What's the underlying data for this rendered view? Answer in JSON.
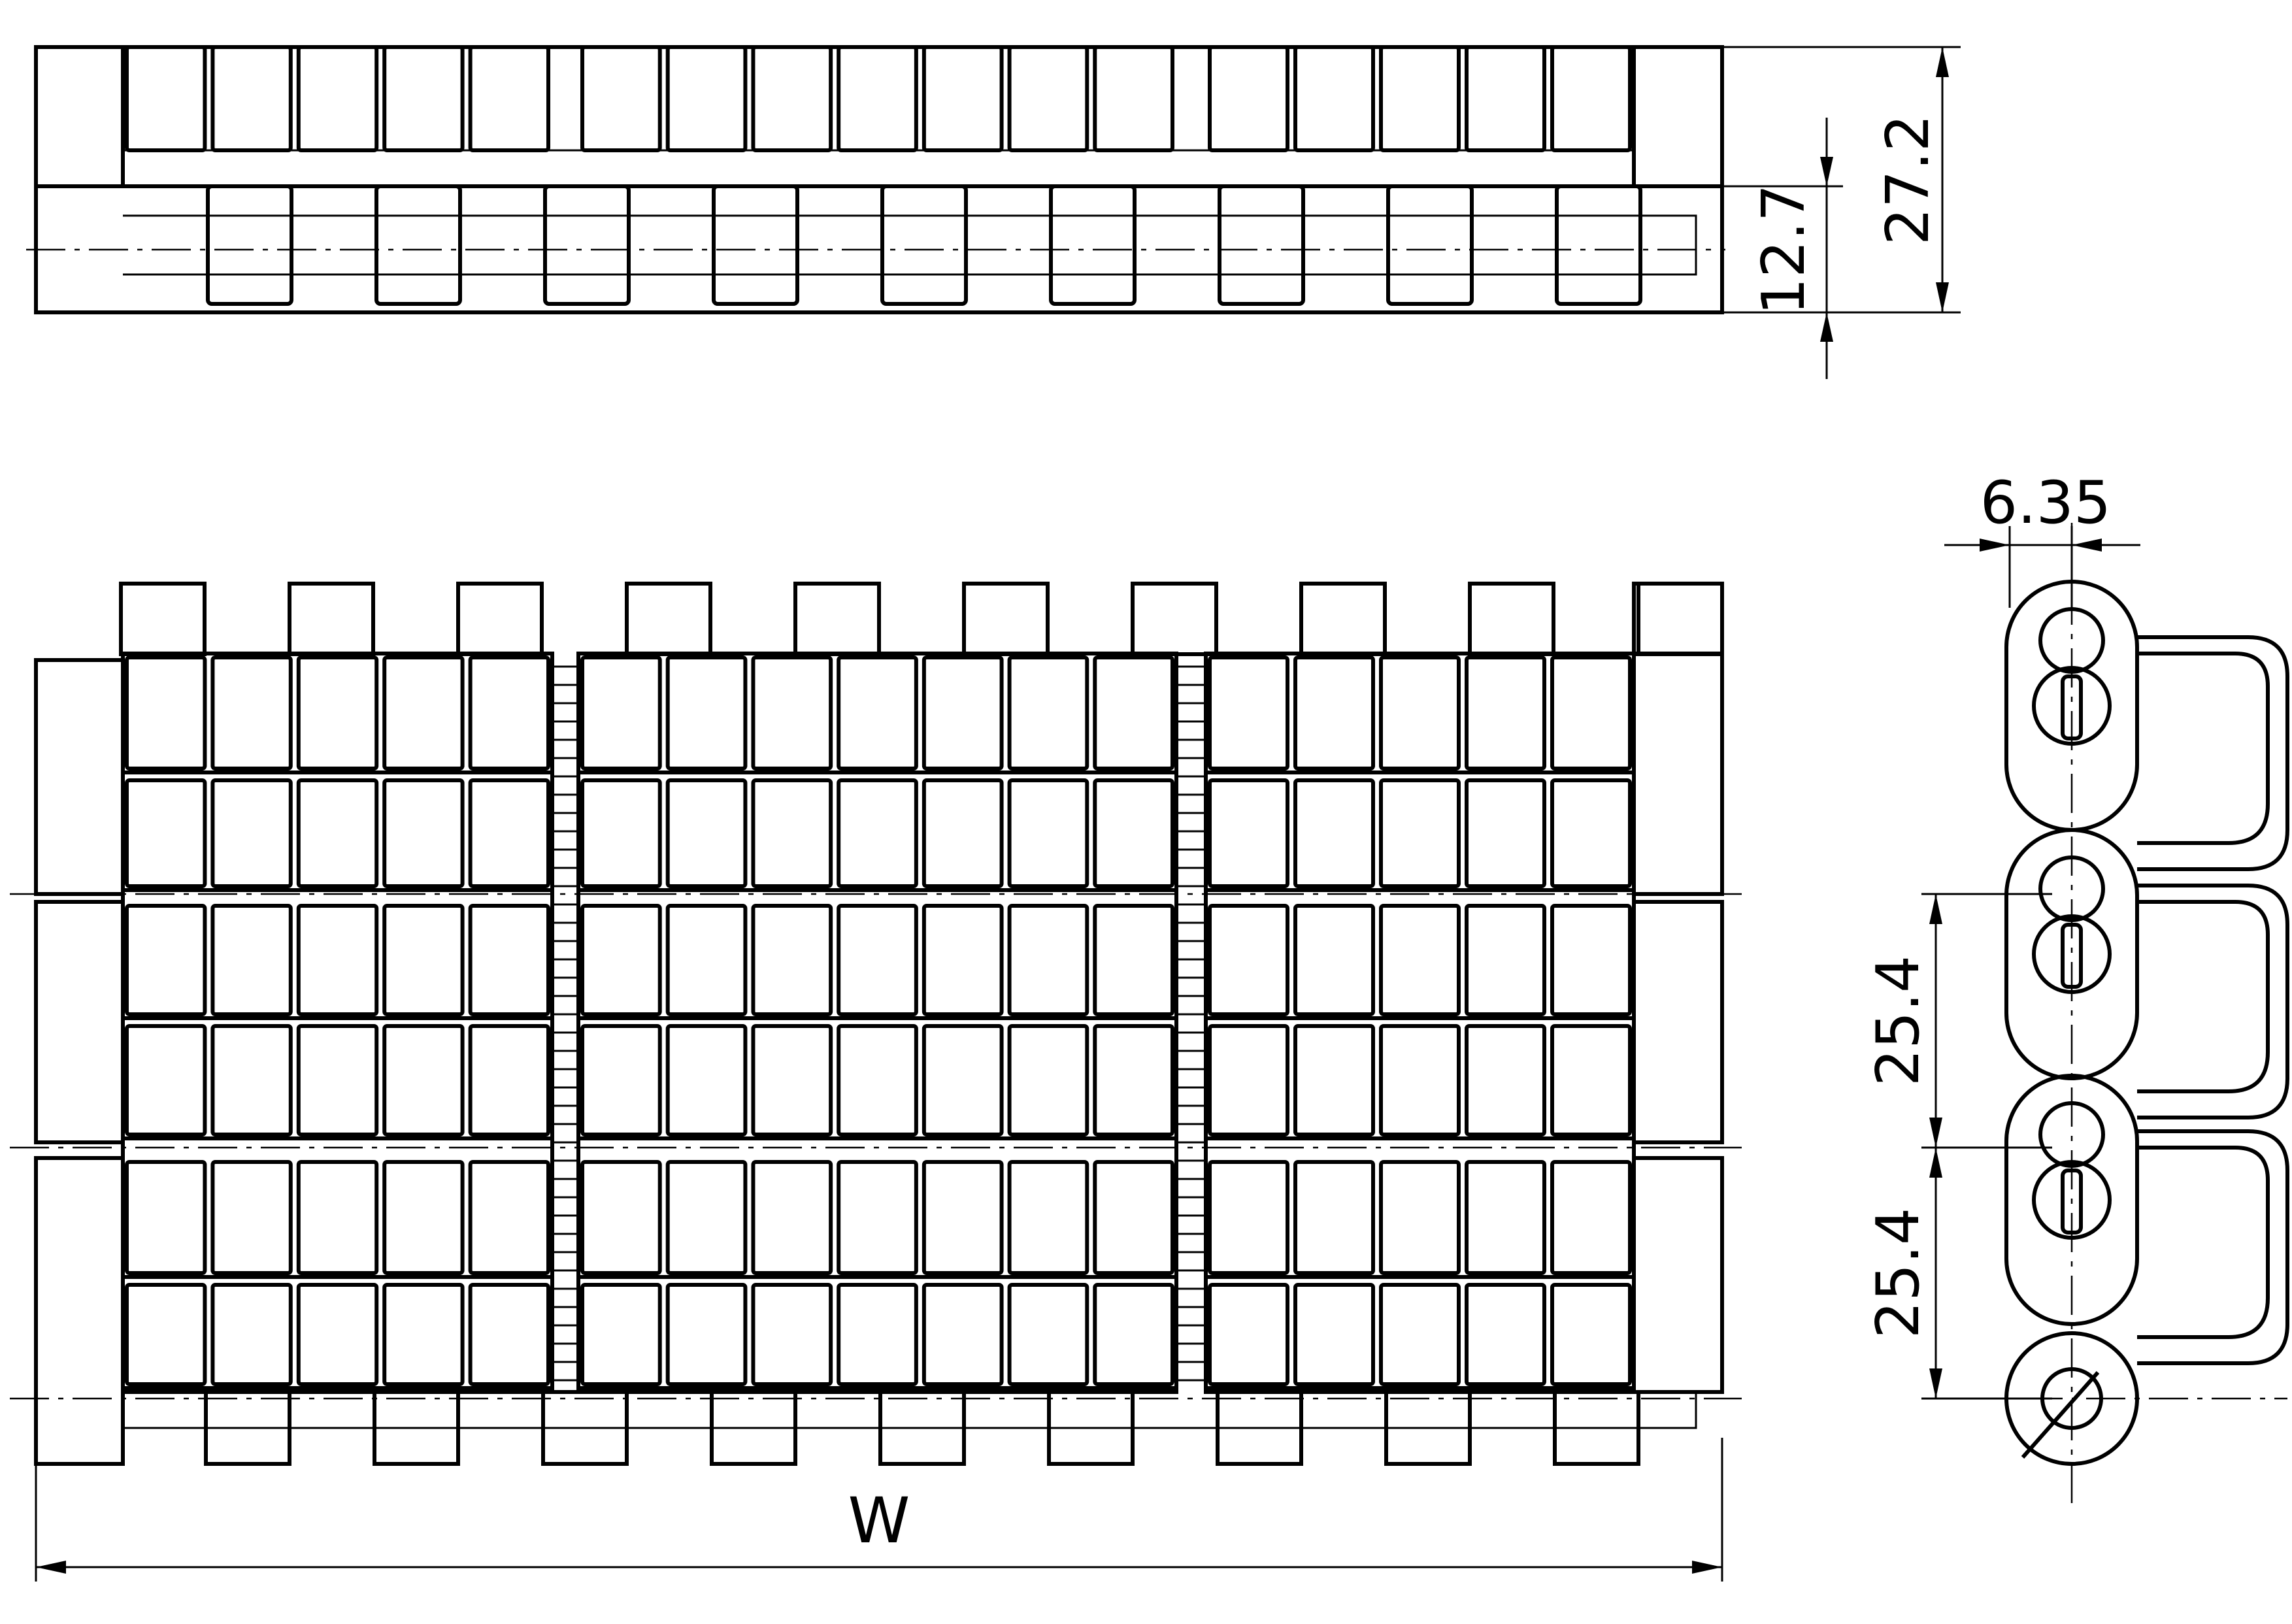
{
  "drawing": {
    "type": "modular conveyor belt engineering drawing",
    "line_color": "#000000",
    "background_color": "#ffffff",
    "dimensions": {
      "pin_height": "12.7",
      "belt_thickness": "27.2",
      "pin_offset": "6.35",
      "pitch_1": "25.4",
      "pitch_2": "25.4",
      "width": "W"
    }
  }
}
